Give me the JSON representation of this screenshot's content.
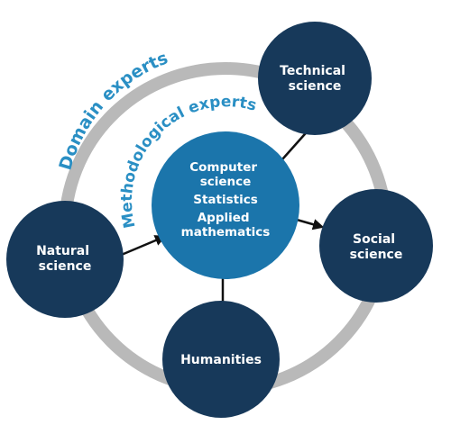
{
  "labels": {
    "domain_experts": "Domain experts",
    "methodological_experts": "Methodological experts"
  },
  "center": {
    "computer_science": [
      "Computer",
      "science"
    ],
    "statistics": [
      "Statistics"
    ],
    "applied_mathematics": [
      "Applied",
      "mathematics"
    ]
  },
  "nodes": {
    "technical": [
      "Technical",
      "science"
    ],
    "social": [
      "Social",
      "science"
    ],
    "natural": [
      "Natural",
      "science"
    ],
    "humanities": [
      "Humanities"
    ]
  },
  "colors": {
    "outer_nodes": "#17395a",
    "center_node": "#1b75ab",
    "ring": "#b9b9b9",
    "label_text": "#2a8fc4",
    "arrows": "#111111"
  }
}
